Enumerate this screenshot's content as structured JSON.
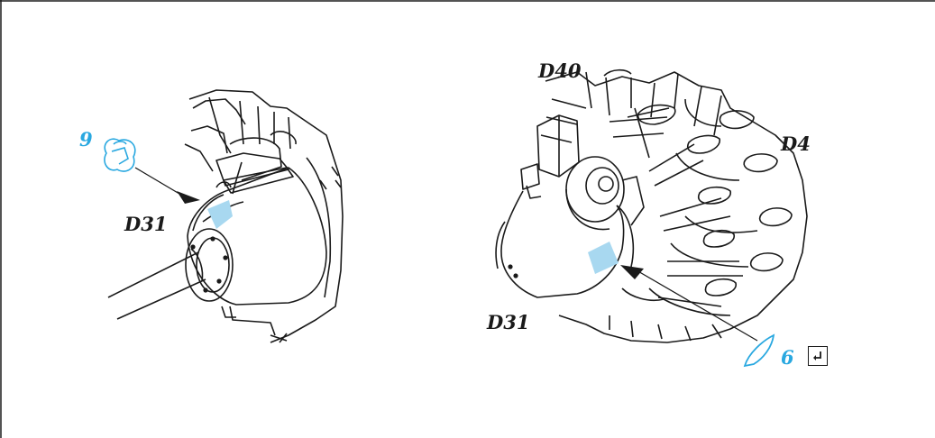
{
  "left_view": {
    "step_number": "9",
    "part_label": "D31",
    "decal_icon": "decal-sheet-icon"
  },
  "right_view": {
    "labels": [
      "D40",
      "D4",
      "D31"
    ],
    "step_number": "6",
    "decal_icon": "decal-piece-icon",
    "action_icon": "corner-arrow-icon"
  },
  "colors": {
    "line": "#1a1a1a",
    "highlight": "#a8d8f0",
    "callout": "#29a8e0"
  }
}
